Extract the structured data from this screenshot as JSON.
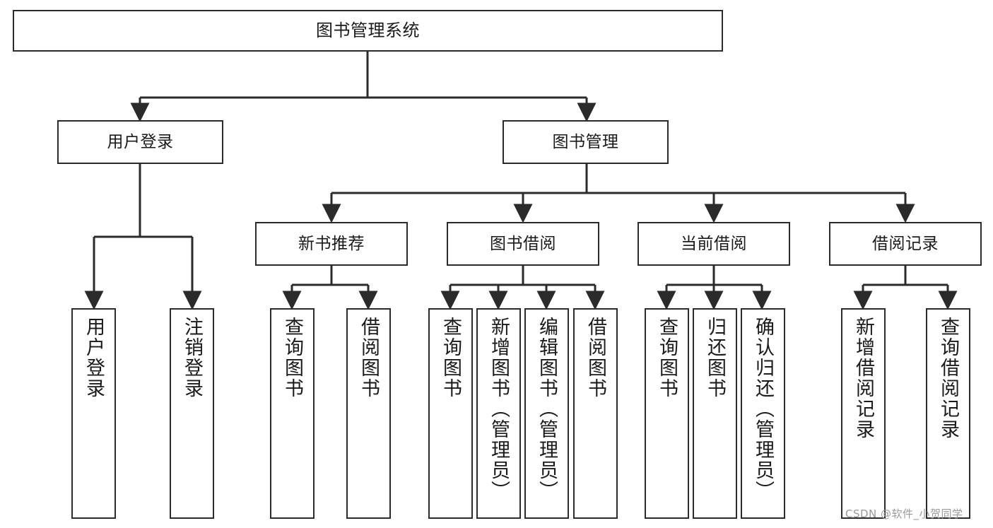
{
  "diagram": {
    "title": "图书管理系统",
    "type": "tree-hierarchy",
    "root": {
      "label": "图书管理系统"
    },
    "level2": [
      {
        "label": "用户登录"
      },
      {
        "label": "图书管理"
      }
    ],
    "level3": [
      {
        "label": "新书推荐"
      },
      {
        "label": "图书借阅"
      },
      {
        "label": "当前借阅"
      },
      {
        "label": "借阅记录"
      }
    ],
    "leaves": {
      "user_login": [
        {
          "label": "用户登录"
        },
        {
          "label": "注销登录"
        }
      ],
      "new_book_recommend": [
        {
          "label": "查询图书"
        },
        {
          "label": "借阅图书"
        }
      ],
      "book_borrow": [
        {
          "label": "查询图书"
        },
        {
          "label": "新增图书（管理员）"
        },
        {
          "label": "编辑图书（管理员）"
        },
        {
          "label": "借阅图书"
        }
      ],
      "current_borrow": [
        {
          "label": "查询图书"
        },
        {
          "label": "归还图书"
        },
        {
          "label": "确认归还（管理员）"
        }
      ],
      "borrow_records": [
        {
          "label": "新增借阅记录"
        },
        {
          "label": "查询借阅记录"
        }
      ]
    }
  },
  "watermark": {
    "text": "CSDN @软件_小贺同学"
  },
  "colors": {
    "stroke": "#2b2b2b",
    "background": "#ffffff",
    "text": "#1a1a1a",
    "watermark": "#9a9a9a"
  }
}
